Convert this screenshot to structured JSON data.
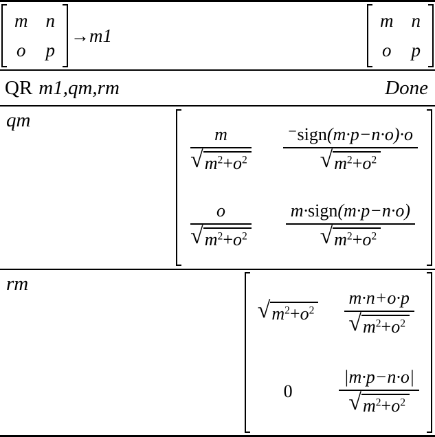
{
  "colors": {
    "background": "#ffffff",
    "foreground": "#000000"
  },
  "entry1": {
    "matrix_in": {
      "r1c1": "m",
      "r1c2": "n",
      "r2c1": "o",
      "r2c2": "p"
    },
    "arrow": "→",
    "target": "m1",
    "matrix_out": {
      "r1c1": "m",
      "r1c2": "n",
      "r2c1": "o",
      "r2c2": "p"
    }
  },
  "entry2": {
    "command": "QR",
    "args": "m1,qm,rm",
    "result": "Done"
  },
  "entry3": {
    "label": "qm",
    "cell11_num": "m",
    "cell12_num_neg": "⁻",
    "cell12_num_fn": "sign",
    "cell12_num_rest": "(m·p−n·o)·o",
    "cell21_num": "o",
    "cell22_num_pre": "m·",
    "cell22_num_fn": "sign",
    "cell22_num_rest": "(m·p−n·o)"
  },
  "entry4": {
    "label": "rm",
    "cell12_num": "m·n+o·p",
    "cell21": "0",
    "cell22_num": "|m·p−n·o|"
  },
  "sqrt": {
    "sign": "√",
    "base1": "m",
    "exp1": "2",
    "plus": "+",
    "base2": "o",
    "exp2": "2"
  }
}
